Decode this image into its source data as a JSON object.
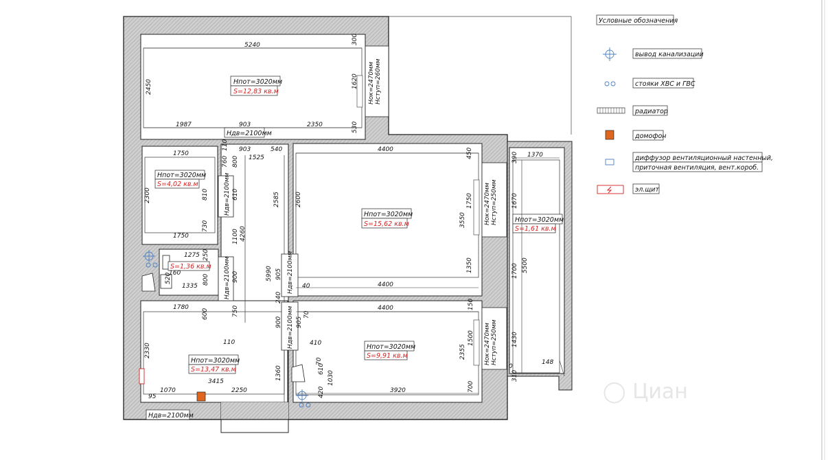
{
  "legend": {
    "title": "Условные обозначения",
    "items": [
      {
        "icon": "sewer-outlet-icon",
        "label": "вывод канализации"
      },
      {
        "icon": "water-risers-icon",
        "label": "стояки ХВС и ГВС"
      },
      {
        "icon": "radiator-icon",
        "label": "радиатор"
      },
      {
        "icon": "intercom-icon",
        "label": "домофон"
      },
      {
        "icon": "diffuser-icon",
        "label": "диффузор вентиляционный настенный,",
        "label2": "приточная вентиляция, вент.корoб."
      },
      {
        "icon": "electric-panel-icon",
        "label": "эл.щит"
      }
    ]
  },
  "colors": {
    "wall": "#b9b9b9",
    "line": "#111111",
    "accent": "#d62020",
    "intercom": "#e0661f",
    "riser": "#4a7fc0"
  },
  "rooms": [
    {
      "name": "room-top-left",
      "height": "Нпот=3020мм",
      "area": "S=12,83 кв.м"
    },
    {
      "name": "room-small-left",
      "height": "Нпот=3020мм",
      "area": "S=4,02 кв.м"
    },
    {
      "name": "room-center",
      "height": "Нпот=3020мм",
      "area": "S=15,62 кв.м"
    },
    {
      "name": "room-balcony",
      "height": "Нпот=3020мм",
      "area": "S=1,61 кв.м"
    },
    {
      "name": "room-bath",
      "height": "",
      "area": "S=1,36 кв.м"
    },
    {
      "name": "room-bottom-left",
      "height": "Нпот=3020мм",
      "area": "S=13,47 кв.м"
    },
    {
      "name": "room-bottom-center",
      "height": "Нпот=3020мм",
      "area": "S=9,91 кв.м"
    }
  ],
  "doors": {
    "top": "Ндв=2100мм",
    "bottom": "Ндв=2100мм",
    "v1": "Ндв=2100мм",
    "v2": "Ндв=2100мм",
    "v3": "Ндв=2100мм",
    "v4": "Ндв=2100мм"
  },
  "windows": {
    "w1a": "Нок=2470мм",
    "w1b": "Нступ=260мм",
    "w2a": "Нок=2470мм",
    "w2b": "Нступ=250мм",
    "w3a": "Нок=2470мм",
    "w3b": "Нступ=250мм"
  },
  "dims": {
    "d5240": "5240",
    "d300": "300",
    "d2450": "2450",
    "d1620": "1620",
    "d530": "530",
    "d1987": "1987",
    "d903a": "903",
    "d2350": "2350",
    "d903b": "903",
    "d540": "540",
    "d1525": "1525",
    "d110a": "110",
    "d1750a": "1750",
    "d760": "760",
    "d2300": "2300",
    "d810": "810",
    "d730": "730",
    "d1750b": "1750",
    "d800a": "800",
    "d610a": "610",
    "d1100": "1100",
    "d4260": "4260",
    "d2585": "2585",
    "d5990": "5990",
    "d4400a": "4400",
    "d450": "450",
    "d2600": "2600",
    "d3550": "3550",
    "d1750c": "1750",
    "d1350": "1350",
    "d4400b": "4400",
    "d40": "40",
    "d390": "390",
    "d1370": "1370",
    "d1670": "1670",
    "d5500": "5500",
    "d1700": "1700",
    "d1275": "1275",
    "d250": "250",
    "d520": "520",
    "d160": "160",
    "d1335": "1335",
    "d800b": "800",
    "d900a": "900",
    "d905a": "905",
    "d240": "240",
    "d900b": "900",
    "d905b": "905",
    "d70a": "70",
    "d1780": "1780",
    "d600": "600",
    "d750": "750",
    "d110b": "110",
    "d4400c": "4400",
    "d150": "150",
    "d410": "410",
    "d1500": "1500",
    "d2355": "2355",
    "d1430": "1430",
    "d70b": "70",
    "d610b": "610",
    "d1030": "1030",
    "d420": "420",
    "d3920": "3920",
    "d700": "700",
    "d310": "310",
    "d0": "0",
    "d148": "148",
    "d2330": "2330",
    "d1360": "1360",
    "d3415": "3415",
    "d1070": "1070",
    "d2250": "2250",
    "d95": "95"
  }
}
